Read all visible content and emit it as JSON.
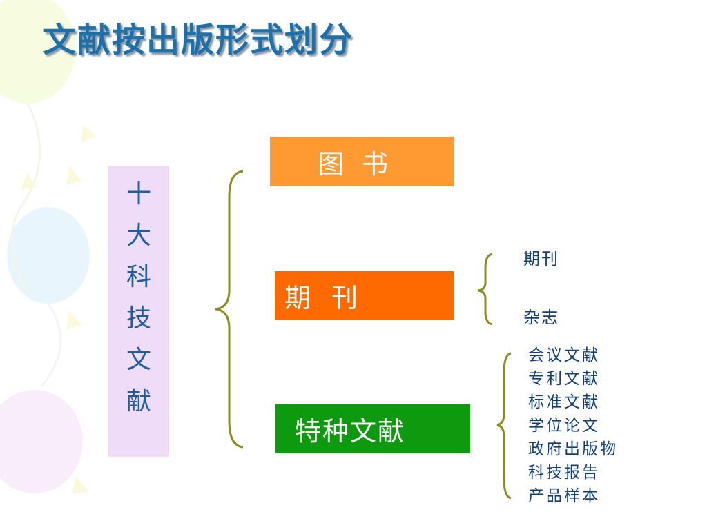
{
  "slide": {
    "title": "文献按出版形式划分",
    "root_label": [
      "十",
      "大",
      "科",
      "技",
      "文",
      "献"
    ],
    "categories": {
      "books": "图书",
      "journals": "期刊",
      "special": "特种文献"
    },
    "journal_types": [
      "期刊",
      "杂志"
    ],
    "special_types": [
      "会议文献",
      "专利文献",
      "标准文献",
      "学位论文",
      "政府出版物",
      "科技报告",
      "产品样本"
    ]
  }
}
